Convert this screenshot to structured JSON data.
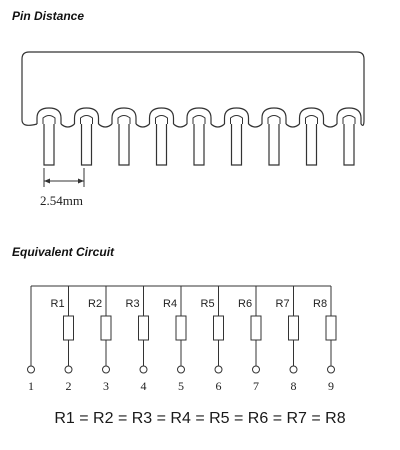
{
  "pin_distance": {
    "title": "Pin Distance",
    "dimension_label": "2.54mm",
    "pin_count": 9
  },
  "equivalent_circuit": {
    "title": "Equivalent Circuit",
    "resistor_labels": [
      "R1",
      "R2",
      "R3",
      "R4",
      "R5",
      "R6",
      "R7",
      "R8"
    ],
    "pin_labels": [
      "1",
      "2",
      "3",
      "4",
      "5",
      "6",
      "7",
      "8",
      "9"
    ],
    "equation": "R1 = R2 = R3 = R4 = R5 = R6 = R7 = R8"
  }
}
